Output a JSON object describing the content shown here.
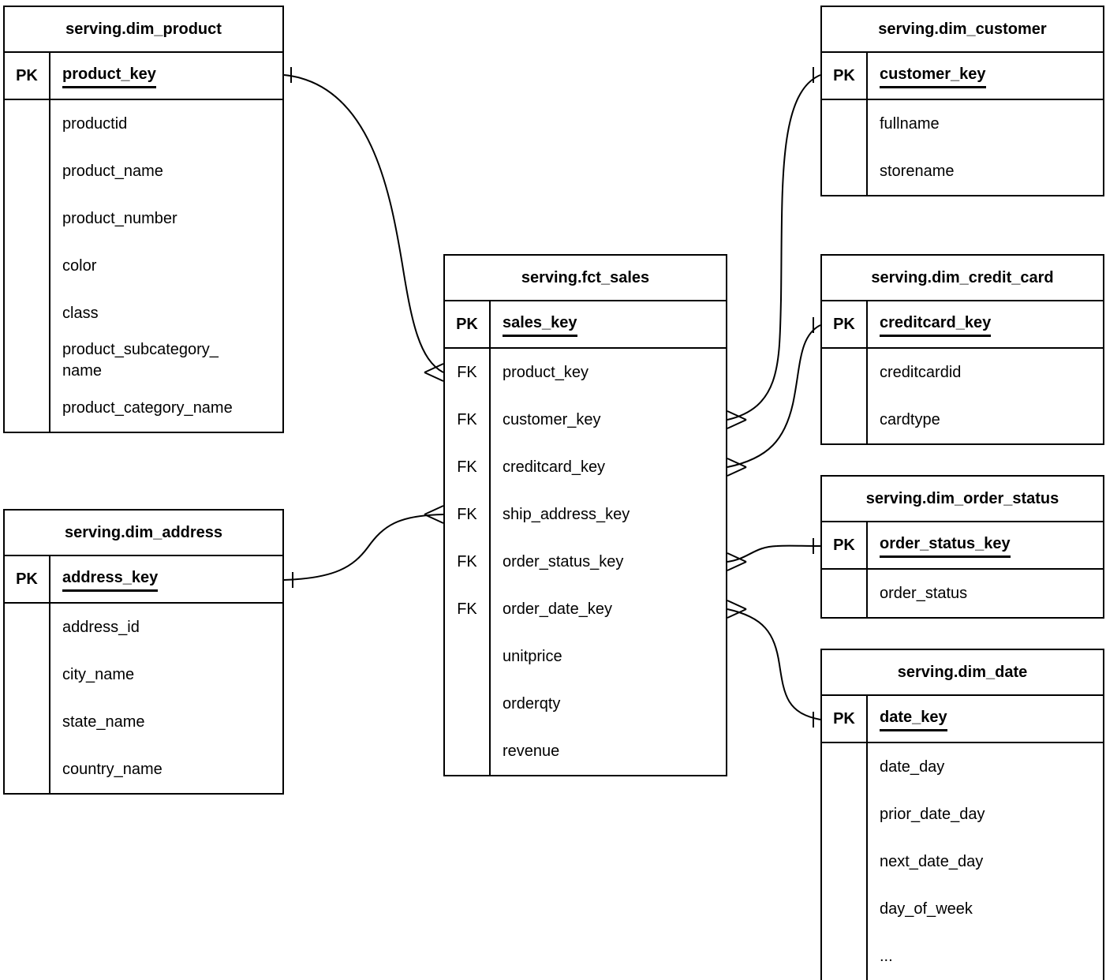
{
  "diagram": {
    "type": "entity-relationship-diagram",
    "colors": {
      "background": "#ffffff",
      "line": "#000000",
      "text": "#000000"
    },
    "tables": [
      {
        "id": "fct_sales",
        "name": "serving.fct_sales",
        "pk_key": "PK",
        "pk_field": "sales_key",
        "rows": [
          {
            "key": "FK",
            "name": "product_key"
          },
          {
            "key": "FK",
            "name": "customer_key"
          },
          {
            "key": "FK",
            "name": "creditcard_key"
          },
          {
            "key": "FK",
            "name": "ship_address_key"
          },
          {
            "key": "FK",
            "name": "order_status_key"
          },
          {
            "key": "FK",
            "name": "order_date_key"
          },
          {
            "key": "",
            "name": "unitprice"
          },
          {
            "key": "",
            "name": "orderqty"
          },
          {
            "key": "",
            "name": "revenue"
          }
        ]
      },
      {
        "id": "dim_product",
        "name": "serving.dim_product",
        "pk_key": "PK",
        "pk_field": "product_key",
        "rows": [
          {
            "key": "",
            "name": "productid"
          },
          {
            "key": "",
            "name": "product_name"
          },
          {
            "key": "",
            "name": "product_number"
          },
          {
            "key": "",
            "name": "color"
          },
          {
            "key": "",
            "name": "class"
          },
          {
            "key": "",
            "name": "product_subcategory_name"
          },
          {
            "key": "",
            "name": "product_category_name"
          }
        ]
      },
      {
        "id": "dim_customer",
        "name": "serving.dim_customer",
        "pk_key": "PK",
        "pk_field": "customer_key",
        "rows": [
          {
            "key": "",
            "name": "fullname"
          },
          {
            "key": "",
            "name": "storename"
          }
        ]
      },
      {
        "id": "dim_credit_card",
        "name": "serving.dim_credit_card",
        "pk_key": "PK",
        "pk_field": "creditcard_key",
        "rows": [
          {
            "key": "",
            "name": "creditcardid"
          },
          {
            "key": "",
            "name": "cardtype"
          }
        ]
      },
      {
        "id": "dim_order_status",
        "name": "serving.dim_order_status",
        "pk_key": "PK",
        "pk_field": "order_status_key",
        "rows": [
          {
            "key": "",
            "name": "order_status"
          }
        ]
      },
      {
        "id": "dim_date",
        "name": "serving.dim_date",
        "pk_key": "PK",
        "pk_field": "date_key",
        "rows": [
          {
            "key": "",
            "name": "date_day"
          },
          {
            "key": "",
            "name": "prior_date_day"
          },
          {
            "key": "",
            "name": "next_date_day"
          },
          {
            "key": "",
            "name": "day_of_week"
          },
          {
            "key": "",
            "name": "..."
          }
        ]
      },
      {
        "id": "dim_address",
        "name": "serving.dim_address",
        "pk_key": "PK",
        "pk_field": "address_key",
        "rows": [
          {
            "key": "",
            "name": "address_id"
          },
          {
            "key": "",
            "name": "city_name"
          },
          {
            "key": "",
            "name": "state_name"
          },
          {
            "key": "",
            "name": "country_name"
          }
        ]
      }
    ],
    "relationships": [
      {
        "from_table": "serving.fct_sales",
        "from_field": "product_key",
        "to_table": "serving.dim_product",
        "to_field": "product_key",
        "from_cardinality": "many",
        "to_cardinality": "one"
      },
      {
        "from_table": "serving.fct_sales",
        "from_field": "customer_key",
        "to_table": "serving.dim_customer",
        "to_field": "customer_key",
        "from_cardinality": "many",
        "to_cardinality": "one"
      },
      {
        "from_table": "serving.fct_sales",
        "from_field": "creditcard_key",
        "to_table": "serving.dim_credit_card",
        "to_field": "creditcard_key",
        "from_cardinality": "many",
        "to_cardinality": "one"
      },
      {
        "from_table": "serving.fct_sales",
        "from_field": "ship_address_key",
        "to_table": "serving.dim_address",
        "to_field": "address_key",
        "from_cardinality": "many",
        "to_cardinality": "one"
      },
      {
        "from_table": "serving.fct_sales",
        "from_field": "order_status_key",
        "to_table": "serving.dim_order_status",
        "to_field": "order_status_key",
        "from_cardinality": "many",
        "to_cardinality": "one"
      },
      {
        "from_table": "serving.fct_sales",
        "from_field": "order_date_key",
        "to_table": "serving.dim_date",
        "to_field": "date_key",
        "from_cardinality": "many",
        "to_cardinality": "one"
      }
    ]
  }
}
